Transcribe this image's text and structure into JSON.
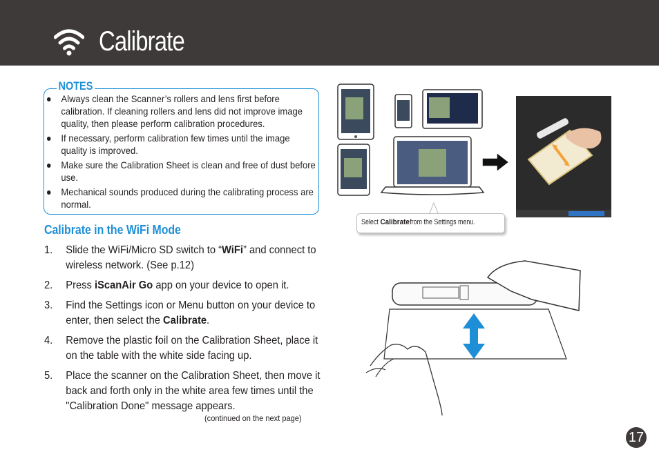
{
  "header": {
    "title": "Calibrate",
    "icon": "wifi-icon"
  },
  "notes": {
    "title": "NOTES",
    "items": [
      "Always clean the Scanner’s rollers and lens first before calibration. If cleaning rollers and lens did not improve image quality, then please perform calibration procedures.",
      "If necessary, perform calibration few times until the image quality is improved.",
      "Make sure the Calibration Sheet is clean and free of dust before use.",
      "Mechanical sounds produced during the calibrating process are normal."
    ]
  },
  "section": {
    "title": "Calibrate in the WiFi Mode"
  },
  "steps": [
    {
      "num": "1.",
      "pre": "Slide the WiFi/Micro SD switch to “",
      "bold": "WiFi",
      "post": "” and connect to wireless network. (See p.12)"
    },
    {
      "num": "2.",
      "pre": "Press ",
      "bold": "iScanAir Go",
      "post": " app on your device to open it."
    },
    {
      "num": "3.",
      "pre": "Find the Settings icon or Menu button on your device to enter, then select the ",
      "bold": "Calibrate",
      "post": "."
    },
    {
      "num": "4.",
      "pre": "Remove the plastic foil on the Calibration Sheet, place it on the table with the white side facing up.",
      "bold": "",
      "post": ""
    },
    {
      "num": "5.",
      "pre": "Place the scanner on the Calibration Sheet, then move it back and forth only in the white area few times until the \"Calibration Done\" message appears.",
      "bold": "",
      "post": ""
    }
  ],
  "continued": "(continued on the next page)",
  "caption": {
    "pre": "Select ",
    "bold": "Calibrate",
    "post": " from the Settings menu."
  },
  "page_number": "17",
  "colors": {
    "header_bg": "#3e3a39",
    "accent": "#1e8fd6",
    "text": "#231f20"
  }
}
